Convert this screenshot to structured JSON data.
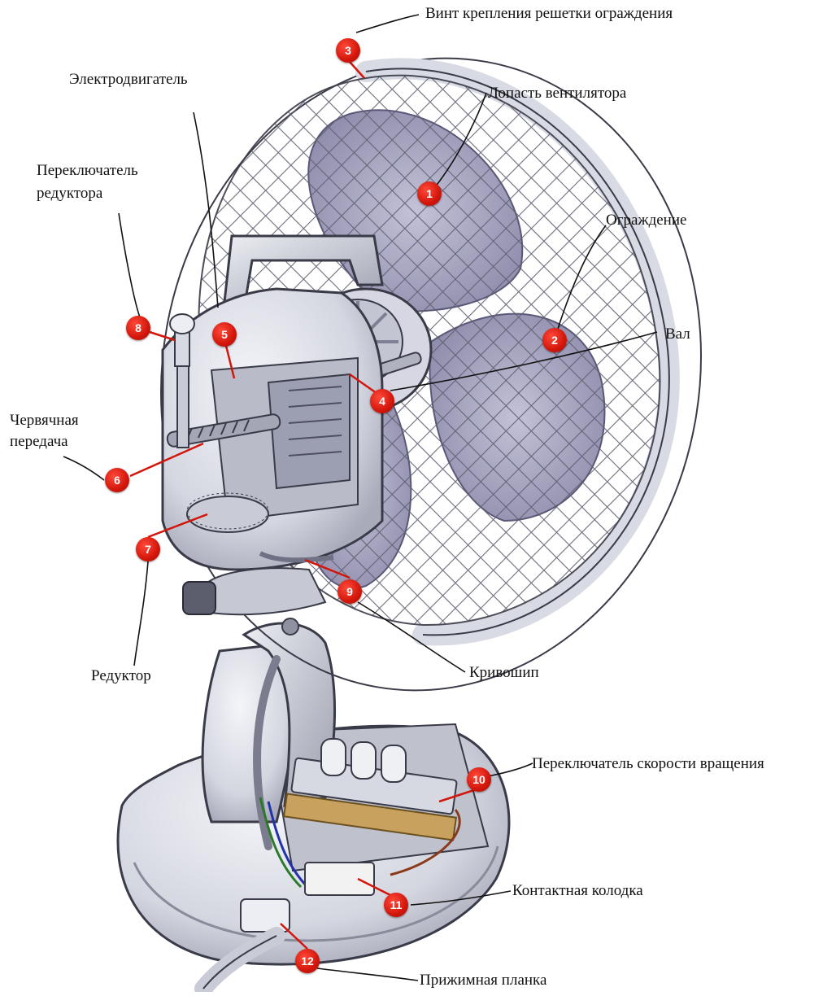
{
  "labels": {
    "screw": "Винт крепления решетки ограждения",
    "motor": "Электродвигатель",
    "blade": "Лопасть вентилятора",
    "reducer_switch": "Переключатель\nредуктора",
    "guard": "Ограждение",
    "shaft": "Вал",
    "worm_gear": "Червячная\nпередача",
    "reducer": "Редуктор",
    "crank": "Кривошип",
    "speed_switch": "Переключатель скорости  вращения",
    "terminal_block": "Контактная колодка",
    "clamp_bar": "Прижимная планка"
  },
  "markers": [
    "1",
    "2",
    "3",
    "4",
    "5",
    "6",
    "7",
    "8",
    "9",
    "10",
    "11",
    "12"
  ],
  "colors": {
    "marker_red": "#d3160b",
    "grille": "#6d6f80",
    "blade": "#a9a8c2",
    "body": "#dddfe8",
    "outline": "#3a3b48"
  }
}
